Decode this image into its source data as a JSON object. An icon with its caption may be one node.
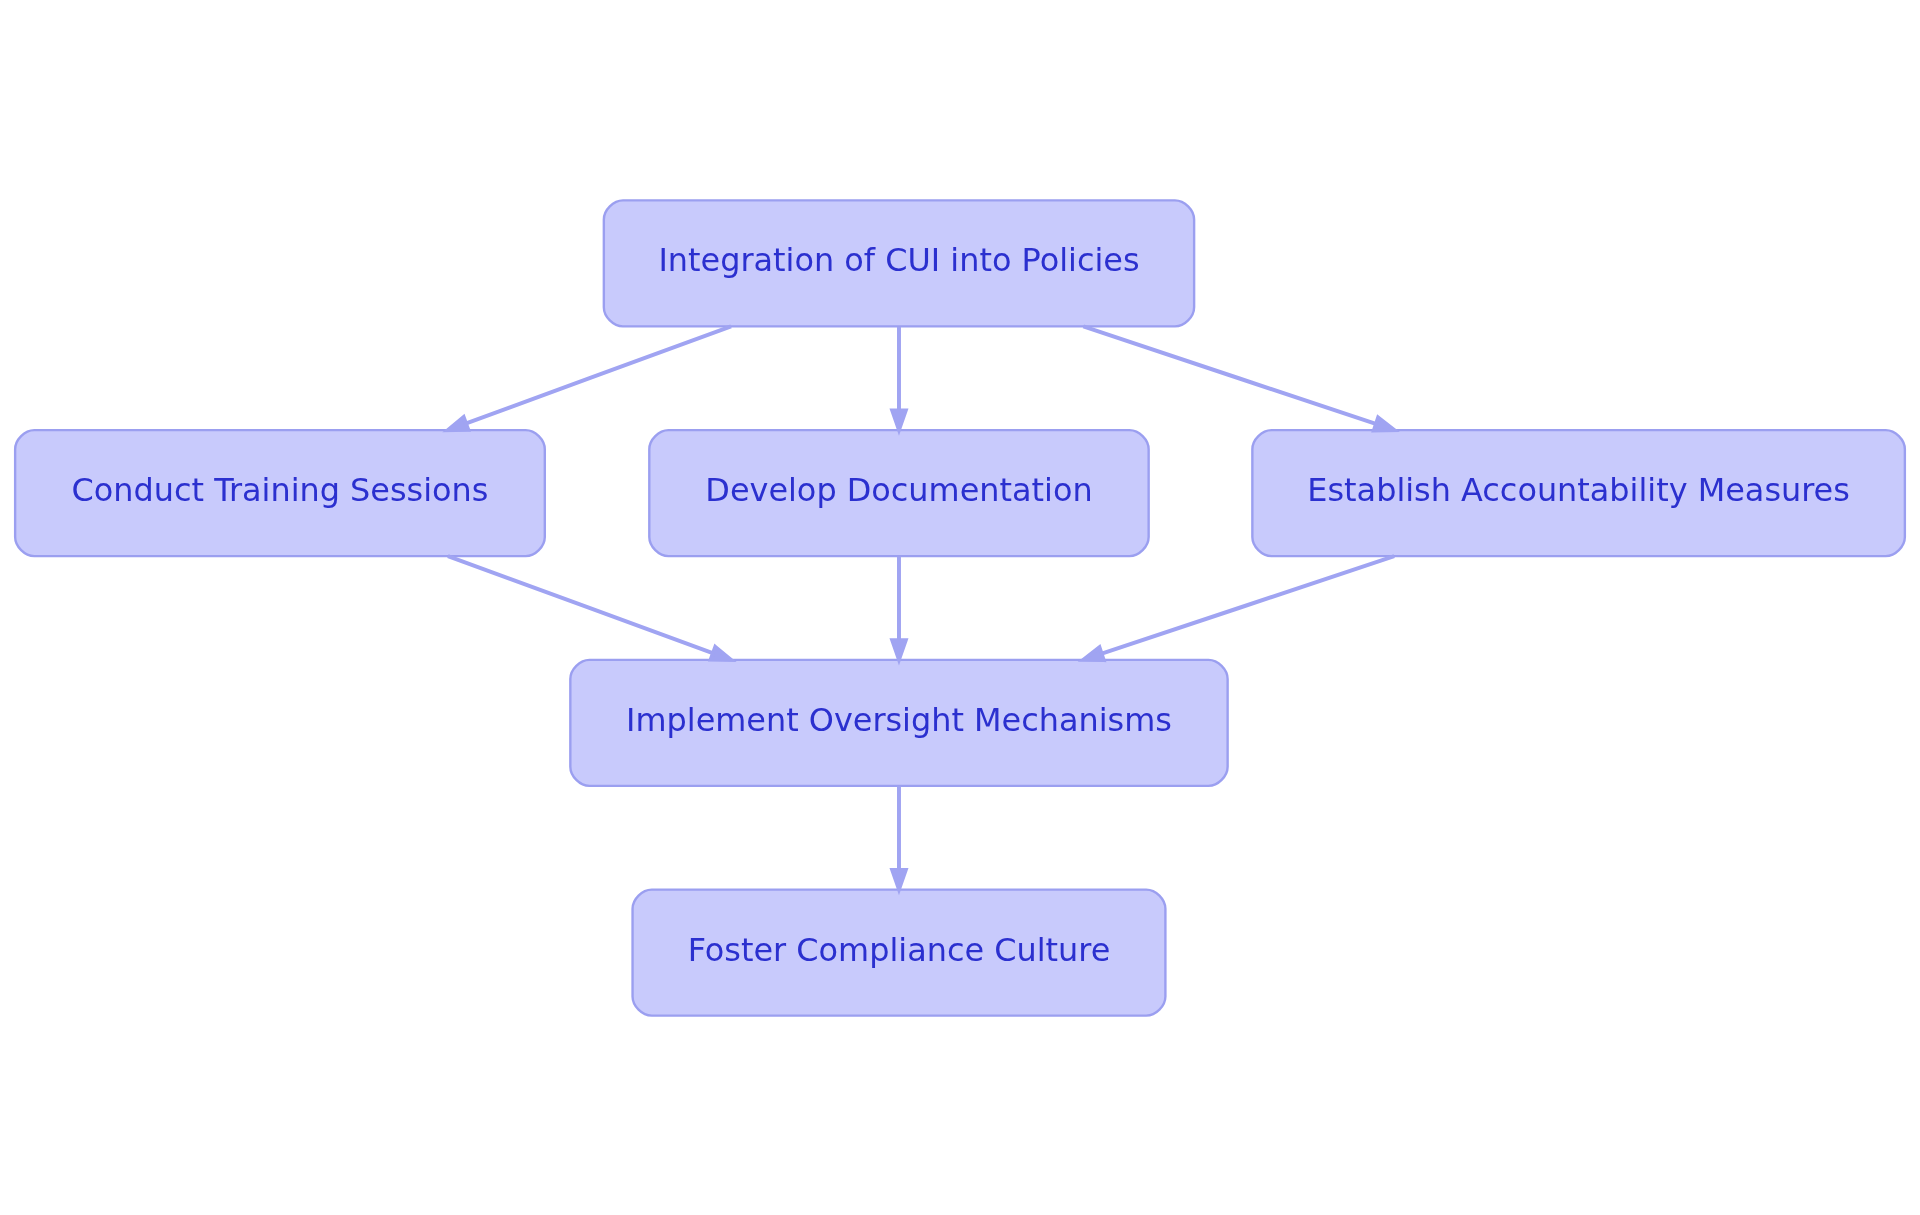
{
  "diagram": {
    "nodes": [
      {
        "text": [
          "Integration of CUI into Policies"
        ]
      },
      {
        "text": [
          "Conduct Training Sessions"
        ]
      },
      {
        "text": [
          "Develop Documentation"
        ]
      },
      {
        "text": [
          "Establish Accountability Measures"
        ]
      },
      {
        "text": [
          "Implement Oversight Mechanisms"
        ]
      },
      {
        "text": [
          "Foster Compliance Culture"
        ]
      }
    ],
    "edges": [
      {
        "from": 0,
        "to": 1,
        "arrow": "to"
      },
      {
        "from": 0,
        "to": 2,
        "arrow": "to"
      },
      {
        "from": 0,
        "to": 3,
        "arrow": "to"
      },
      {
        "from": 1,
        "to": 4,
        "arrow": "to"
      },
      {
        "from": 2,
        "to": 4,
        "arrow": "to"
      },
      {
        "from": 3,
        "to": 4,
        "arrow": "to"
      },
      {
        "from": 4,
        "to": 5,
        "arrow": "to"
      }
    ]
  }
}
